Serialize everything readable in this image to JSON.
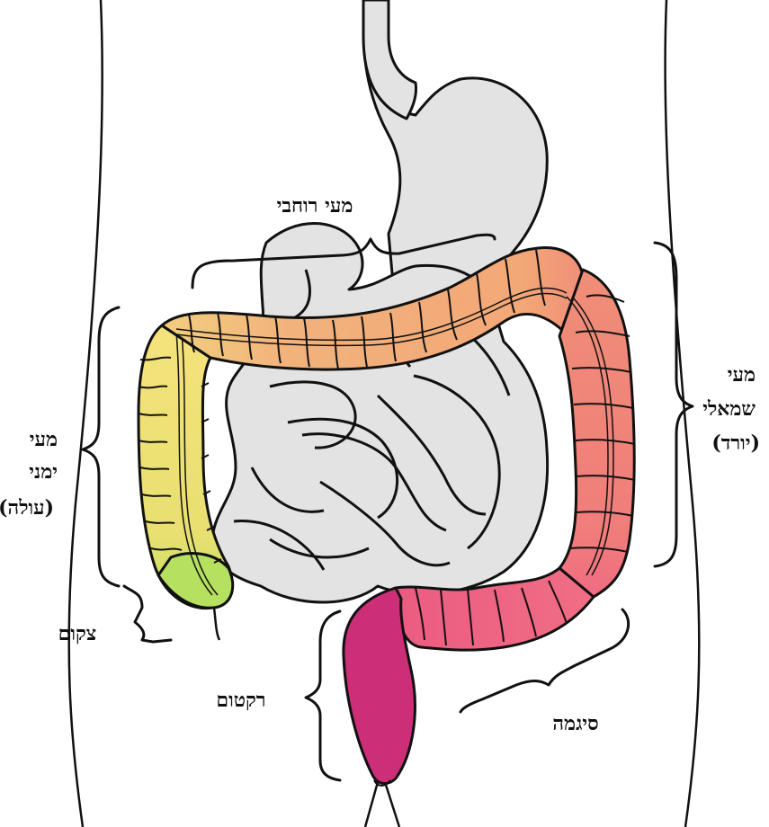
{
  "labels": {
    "transverse": "מעי רוחבי",
    "descending_line1": "מעי",
    "descending_line2": "שמאלי",
    "descending_line3": "(יורד)",
    "ascending_line1": "מעי",
    "ascending_line2": "ימני",
    "ascending_line3": "(עולה)",
    "cecum": "צקום",
    "rectum": "רקטום",
    "sigmoid": "סיגמה"
  },
  "colors": {
    "organ_gray": "#e3e3e3",
    "outline": "#111111",
    "cecum_green": "#b5e060",
    "ascending_yellow": "#f2e27a",
    "transverse_orange": "#f2b07a",
    "descending_salmon": "#f08a78",
    "sigmoid_pink": "#ee6480",
    "rectum_magenta": "#cc2e78"
  }
}
